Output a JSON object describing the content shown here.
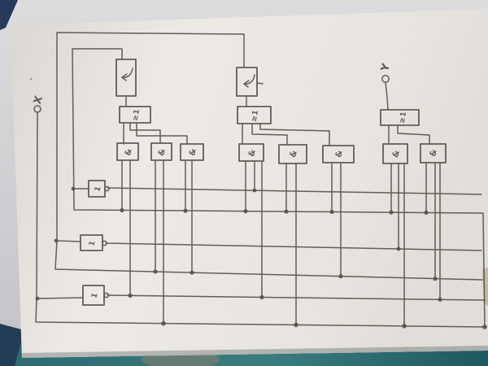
{
  "diagram": {
    "input_label": "X",
    "output_label": "Y",
    "labels": {
      "or_gate": "≥1",
      "and_gate": "&",
      "not_gate": "1"
    }
  },
  "colors": {
    "paper": "#e9e6e1",
    "pencil": "#57524b",
    "background_top": "#cfd0d3",
    "navy_corner": "#27395c",
    "teal_strip": "#2e6f74"
  }
}
